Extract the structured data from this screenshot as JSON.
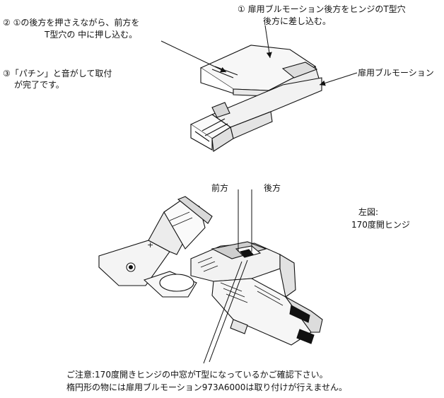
{
  "annotations": {
    "step1": {
      "line1": "① 扉用ブルモーション後方をヒンジのT型穴",
      "line2": "後方に差し込む。"
    },
    "step2": {
      "line1": "② ①の後方を押さえながら、前方を",
      "line2": "T型穴の 中に押し込む。"
    },
    "step3": {
      "line1": "③「パチン」と音がして取付",
      "line2": "が完了です。"
    },
    "device_label": "扉用ブルモーション",
    "front_label": "前方",
    "rear_label": "後方",
    "figure_caption": {
      "line1": "左図:",
      "line2": "170度開ヒンジ"
    },
    "notice": {
      "line1": "ご注意:170度開きヒンジの中窓がT型になっているかご確認下さい。",
      "line2": "楕円形の物には扉用ブルモーション973A6000は取り付けが行えません。"
    }
  },
  "colors": {
    "ink": "#111111",
    "background": "#ffffff",
    "shade": "#cfcfcf"
  }
}
